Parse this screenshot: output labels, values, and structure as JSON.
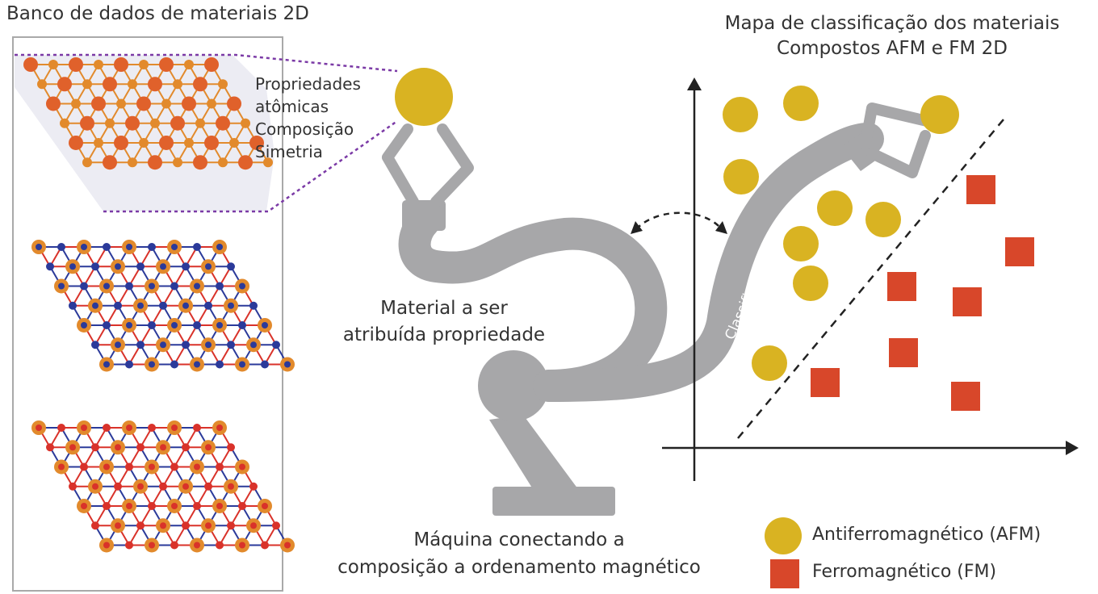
{
  "database": {
    "title": "Banco de dados de materiais 2D",
    "property_lines": [
      "Propriedades",
      "atômicas",
      "Composição",
      "Simetria"
    ]
  },
  "robot": {
    "material_label_lines": [
      "Material a ser",
      "atribuída propriedade"
    ],
    "machine_label_lines": [
      "Máquina conectando a",
      "composição a ordenamento magnético"
    ],
    "arm_label": "Classificador"
  },
  "map": {
    "title_lines": [
      "Mapa de classificação dos materiais",
      "Compostos AFM e FM 2D"
    ]
  },
  "legend": {
    "afm": "Antiferromagnético (AFM)",
    "fm": "Ferromagnético (FM)"
  },
  "colors": {
    "afm": "#d9b322",
    "fm": "#d8472a",
    "robot": "#a7a7a9",
    "atom_dark": "#e0612b",
    "atom_light": "#e28a2c",
    "bond_red": "#d9322a",
    "bond_blue": "#2b3a9a",
    "region": "#ececf3",
    "dotted": "#7b3aa6"
  }
}
